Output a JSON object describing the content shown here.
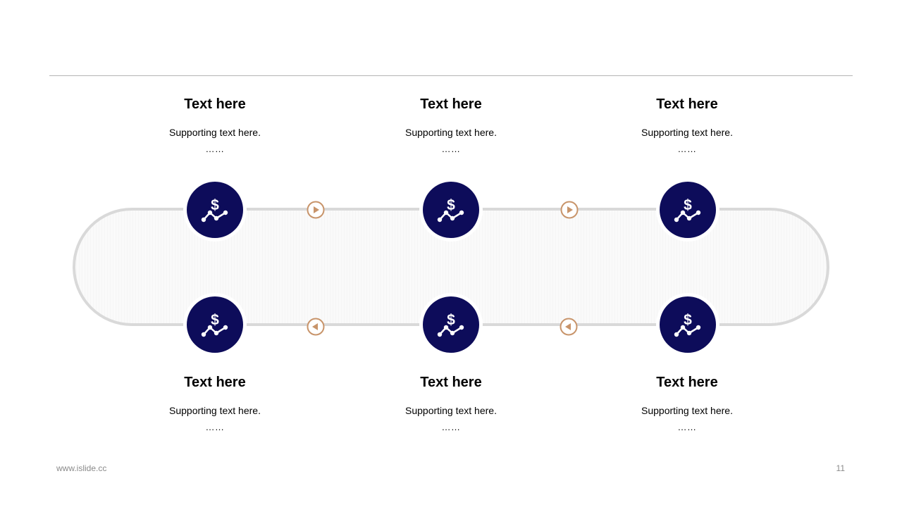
{
  "steps": [
    {
      "title": "Text here",
      "support": "Supporting text here.",
      "dots": "……"
    },
    {
      "title": "Text here",
      "support": "Supporting text here.",
      "dots": "……"
    },
    {
      "title": "Text here",
      "support": "Supporting text here.",
      "dots": "……"
    },
    {
      "title": "Text here",
      "support": "Supporting text here.",
      "dots": "……"
    },
    {
      "title": "Text here",
      "support": "Supporting text here.",
      "dots": "……"
    },
    {
      "title": "Text here",
      "support": "Supporting text here.",
      "dots": "……"
    }
  ],
  "node_icon": "dollar-trend-icon",
  "arrow_icons": [
    "play-right-icon",
    "play-right-icon",
    "play-left-icon",
    "play-left-icon"
  ],
  "colors": {
    "node": "#0d0c5a",
    "arrow": "#c8946a",
    "track": "#d9d9d9",
    "rule": "#b4b4b4"
  },
  "footer": {
    "url": "www.islide.cc",
    "page": "11"
  }
}
